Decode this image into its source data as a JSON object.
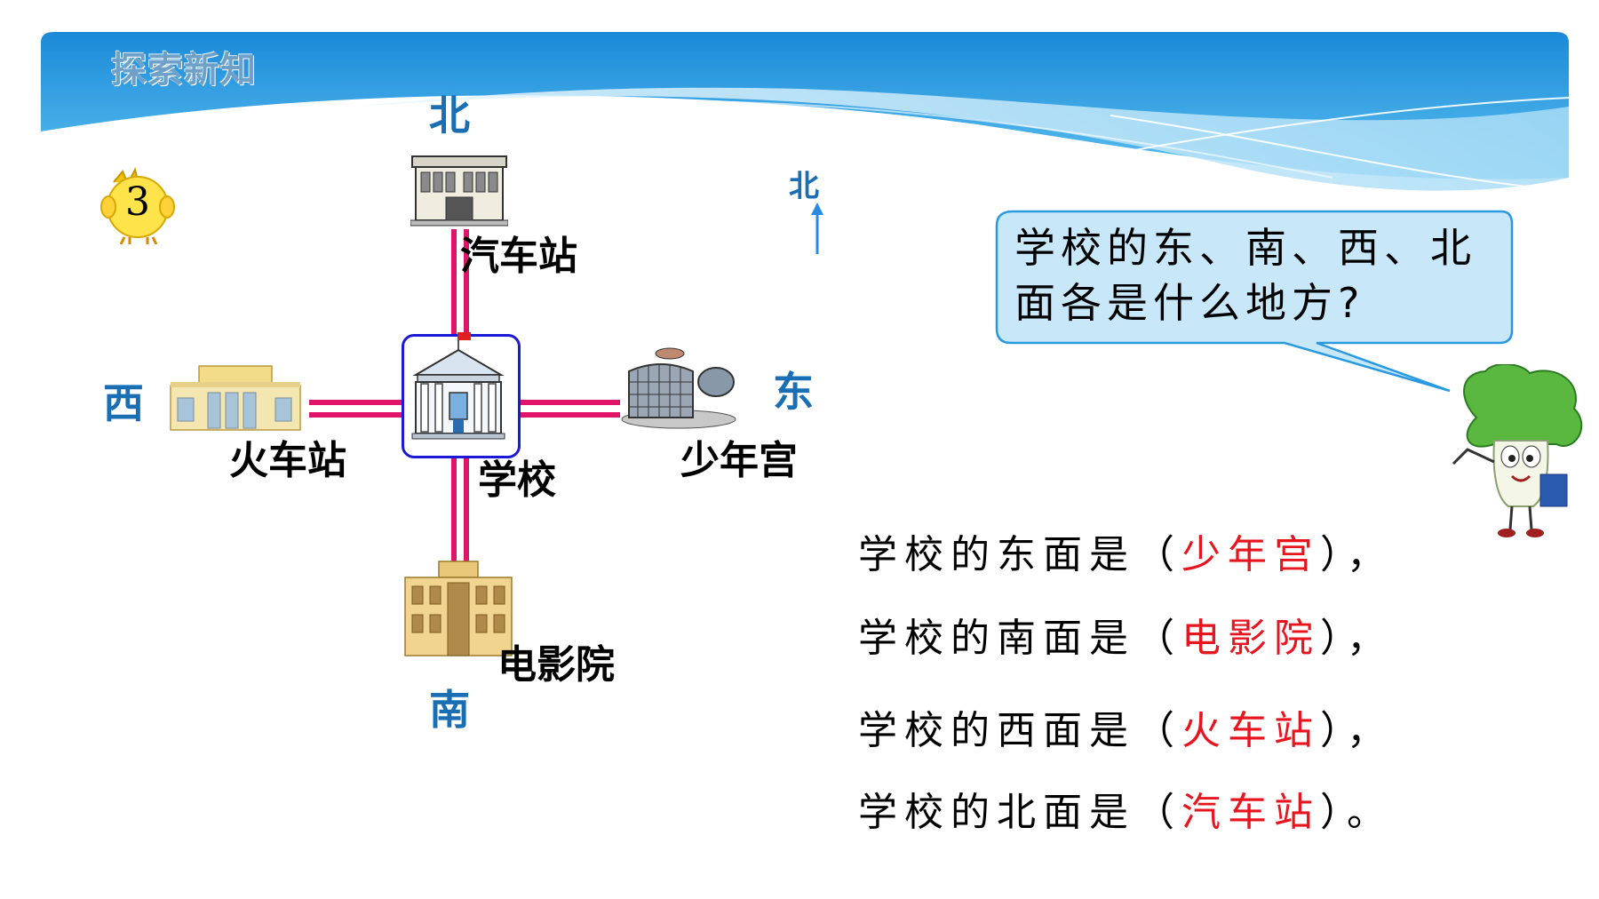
{
  "header": {
    "section_title": "探索新知"
  },
  "badge": {
    "number": "3"
  },
  "compass_labels": {
    "north": "北",
    "south": "南",
    "east": "东",
    "west": "西"
  },
  "north_arrow": {
    "label": "北"
  },
  "places": {
    "school": "学校",
    "north": "汽车站",
    "west": "火车站",
    "east": "少年宫",
    "south": "电影院"
  },
  "speech_bubble": {
    "line1": "学校的东、南、西、北",
    "line2": "面各是什么地方?"
  },
  "answers": [
    {
      "prefix": "学校的东面是（",
      "answer": "少年宫",
      "suffix": "），"
    },
    {
      "prefix": "学校的南面是（",
      "answer": "电影院",
      "suffix": "），"
    },
    {
      "prefix": "学校的西面是（",
      "answer": "火车站",
      "suffix": "），"
    },
    {
      "prefix": "学校的北面是（",
      "answer": "汽车站",
      "suffix": "）。"
    }
  ],
  "colors": {
    "banner_blue": "#2a9ae0",
    "road": "#e0156a",
    "compass": "#1a6fb4",
    "answer": "#e8141e",
    "school_frame": "#1a1ad6"
  }
}
